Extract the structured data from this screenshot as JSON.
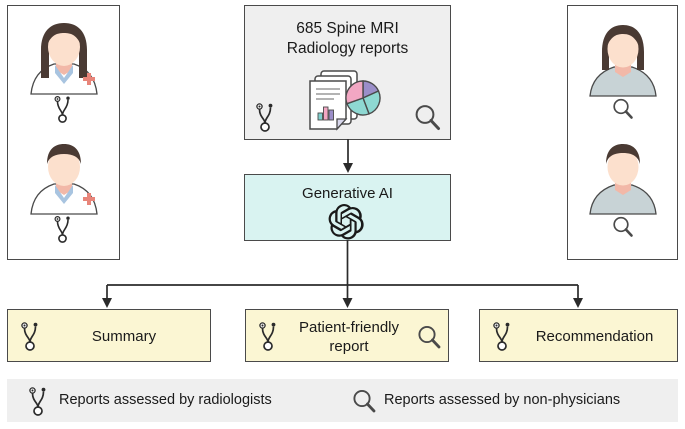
{
  "diagram": {
    "left_panel": {
      "name": "radiologist-panel",
      "raters": [
        {
          "role": "radiologist",
          "gender": "female",
          "icon": "stethoscope-icon"
        },
        {
          "role": "radiologist",
          "gender": "male",
          "icon": "stethoscope-icon"
        }
      ]
    },
    "right_panel": {
      "name": "non-physician-panel",
      "raters": [
        {
          "role": "non-physician",
          "gender": "female",
          "icon": "magnifier-icon"
        },
        {
          "role": "non-physician",
          "gender": "male",
          "icon": "magnifier-icon"
        }
      ]
    },
    "corpus": {
      "title_line1": "685 Spine MRI",
      "title_line2": "Radiology reports",
      "icons": [
        "stethoscope-icon",
        "documents-chart-icon",
        "magnifier-icon"
      ]
    },
    "model": {
      "title": "Generative AI",
      "icon": "openai-logo-icon"
    },
    "outputs": [
      {
        "label_line1": "Summary",
        "label_line2": "",
        "icons": [
          "stethoscope-icon"
        ]
      },
      {
        "label_line1": "Patient-friendly",
        "label_line2": "report",
        "icons": [
          "stethoscope-icon",
          "magnifier-icon"
        ]
      },
      {
        "label_line1": "Recommendation",
        "label_line2": "",
        "icons": [
          "stethoscope-icon"
        ]
      }
    ],
    "legend": [
      {
        "icon": "stethoscope-icon",
        "text": "Reports assessed by radiologists"
      },
      {
        "icon": "magnifier-icon",
        "text": "Reports assessed by non-physicians"
      }
    ],
    "colors": {
      "corpus_fill": "#efefef",
      "ai_fill": "#d9f3f1",
      "output_fill": "#fbf6d3",
      "border": "#4a4a4a",
      "arrow": "#2b2b2b",
      "legend_fill": "#efefef",
      "coat_white": "#ffffff",
      "scrub_blue": "#a8c4e0",
      "cross_red": "#e8857a",
      "hair_brown": "#4a3a33",
      "skin": "#fce0cd",
      "shirt_gray": "#c8d3d6"
    }
  }
}
